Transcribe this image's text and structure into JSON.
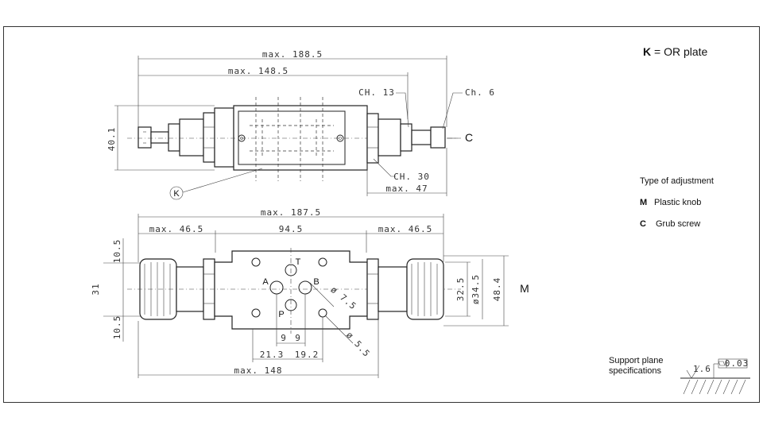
{
  "header": {
    "k_symbol": "K",
    "k_text": "= OR plate"
  },
  "legend": {
    "title": "Type of adjustment",
    "items": [
      {
        "key": "M",
        "text": "Plastic knob"
      },
      {
        "key": "C",
        "text": "Grub screw"
      }
    ]
  },
  "support": {
    "label_line1": "Support plane",
    "label_line2": "specifications",
    "tolerance": "0.03",
    "roughness": "1.6"
  },
  "top_view": {
    "dims": {
      "overall": "max. 188.5",
      "body": "max. 148.5",
      "height": "40.1",
      "ch13": "CH. 13",
      "ch6": "Ch. 6",
      "ch30": "CH. 30",
      "max47": "max. 47"
    },
    "side_label": "C",
    "k_callout": "K"
  },
  "bottom_view": {
    "dims": {
      "overall": "max. 187.5",
      "left": "max. 46.5",
      "center": "94.5",
      "right": "max. 46.5",
      "left_top": "10.5",
      "left_mid": "31",
      "left_bot": "10.5",
      "d325": "32.5",
      "d345": "ø34.5",
      "d484": "48.4",
      "port_a_x": "9",
      "port_b_x": "9",
      "d213": "21.3",
      "d192": "19.2",
      "bottom": "max. 148",
      "port_dia": "ø 7.5",
      "hole_dia": "ø 5.5"
    },
    "ports": {
      "a": "A",
      "b": "B",
      "t": "T",
      "p": "P"
    },
    "side_label": "M"
  }
}
